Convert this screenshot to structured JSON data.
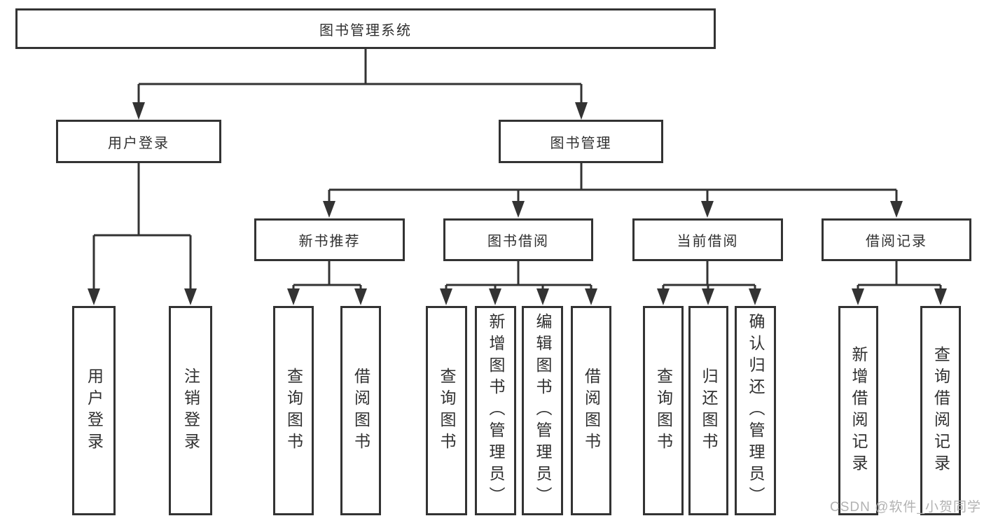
{
  "tree": {
    "label": "图书管理系统",
    "children": [
      {
        "label": "用户登录",
        "children": [
          {
            "label": "用户登录"
          },
          {
            "label": "注销登录"
          }
        ]
      },
      {
        "label": "图书管理",
        "children": [
          {
            "label": "新书推荐",
            "children": [
              {
                "label": "查询图书"
              },
              {
                "label": "借阅图书"
              }
            ]
          },
          {
            "label": "图书借阅",
            "children": [
              {
                "label": "查询图书"
              },
              {
                "label": "新增图书（管理员）"
              },
              {
                "label": "编辑图书（管理员）"
              },
              {
                "label": "借阅图书"
              }
            ]
          },
          {
            "label": "当前借阅",
            "children": [
              {
                "label": "查询图书"
              },
              {
                "label": "归还图书"
              },
              {
                "label": "确认归还（管理员）"
              }
            ]
          },
          {
            "label": "借阅记录",
            "children": [
              {
                "label": "新增借阅记录"
              },
              {
                "label": "查询借阅记录"
              }
            ]
          }
        ]
      }
    ]
  },
  "watermark": "CSDN @软件_小贺同学",
  "colors": {
    "border": "#333333",
    "line": "#333333",
    "text": "#303030",
    "watermark": "#b2b2b2",
    "background": "#ffffff"
  }
}
